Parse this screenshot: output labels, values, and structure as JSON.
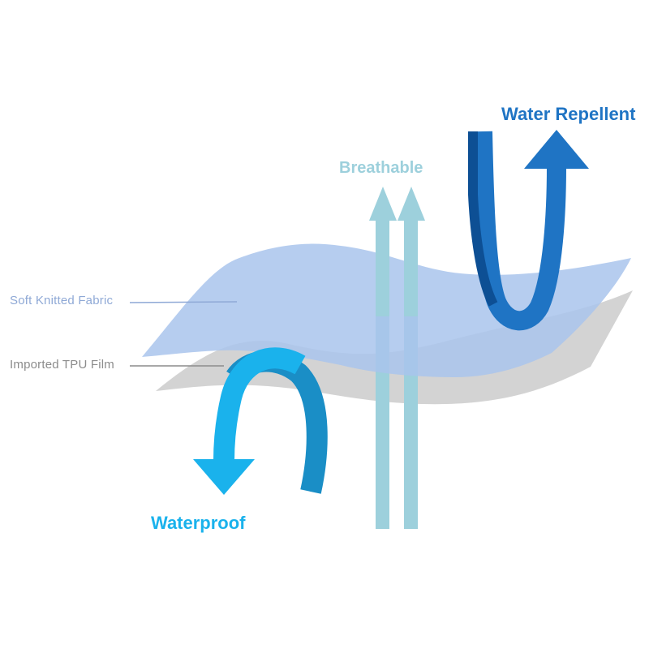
{
  "labels": {
    "soft_knitted_fabric": "Soft Knitted Fabric",
    "imported_tpu_film": "Imported TPU Film",
    "breathable": "Breathable",
    "water_repellent": "Water Repellent",
    "waterproof": "Waterproof"
  },
  "colors": {
    "fabric_fill": "#a9c4ec",
    "fabric_label": "#8fa9d6",
    "film_fill": "#d3d3d3",
    "film_label": "#8c8c8c",
    "breathable": "#9dd0dc",
    "water_repellent_dark": "#0d4f94",
    "water_repellent": "#1f74c4",
    "waterproof": "#1ab2ec",
    "waterproof_dark": "#1a8ec6"
  }
}
